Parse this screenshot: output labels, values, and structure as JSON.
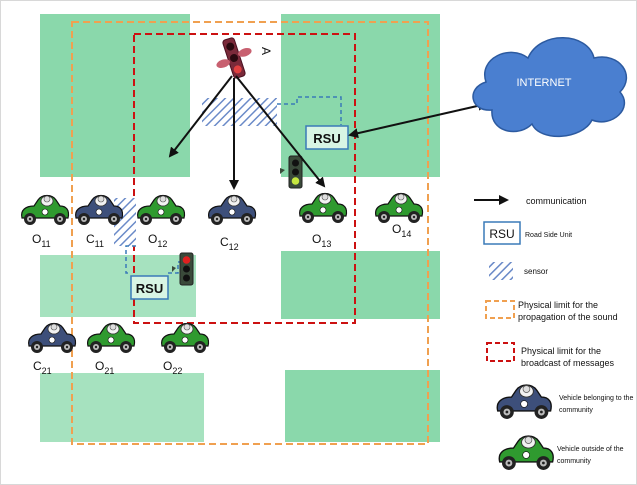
{
  "cloud": {
    "label": "INTERNET",
    "color": "#4a7fd0"
  },
  "rsu_labels": {
    "top": "RSU",
    "bottom": "RSU"
  },
  "marker": {
    "label": "A"
  },
  "vehicles": [
    {
      "main": "O",
      "sub": "11",
      "kind": "outside"
    },
    {
      "main": "C",
      "sub": "11",
      "kind": "community"
    },
    {
      "main": "O",
      "sub": "12",
      "kind": "outside"
    },
    {
      "main": "C",
      "sub": "12",
      "kind": "community"
    },
    {
      "main": "O",
      "sub": "13",
      "kind": "outside"
    },
    {
      "main": "O",
      "sub": "14",
      "kind": "outside"
    },
    {
      "main": "C",
      "sub": "21",
      "kind": "community"
    },
    {
      "main": "O",
      "sub": "21",
      "kind": "outside"
    },
    {
      "main": "O",
      "sub": "22",
      "kind": "outside"
    }
  ],
  "legend": {
    "communication": "communication",
    "rsu_box": "RSU",
    "rsu_text": "Road Side Unit",
    "sensor": "sensor",
    "sound_line1": "Physical limit  for the",
    "sound_line2": "propagation of the sound",
    "broadcast_line1": "Physical limit  for the",
    "broadcast_line2": "broadcast of messages",
    "community_line1": "Vehicle belonging to the",
    "community_line2": "community",
    "outside_line1": "Vehicle  outside  of the",
    "outside_line2": "community"
  },
  "colors": {
    "block": "#8ad8ab",
    "sound_limit": "#f0a050",
    "broadcast_limit": "#cc1111",
    "rsu_border": "#3a7ab8",
    "car_outside": "#2f9a2f",
    "car_community": "#3d4f7a"
  }
}
